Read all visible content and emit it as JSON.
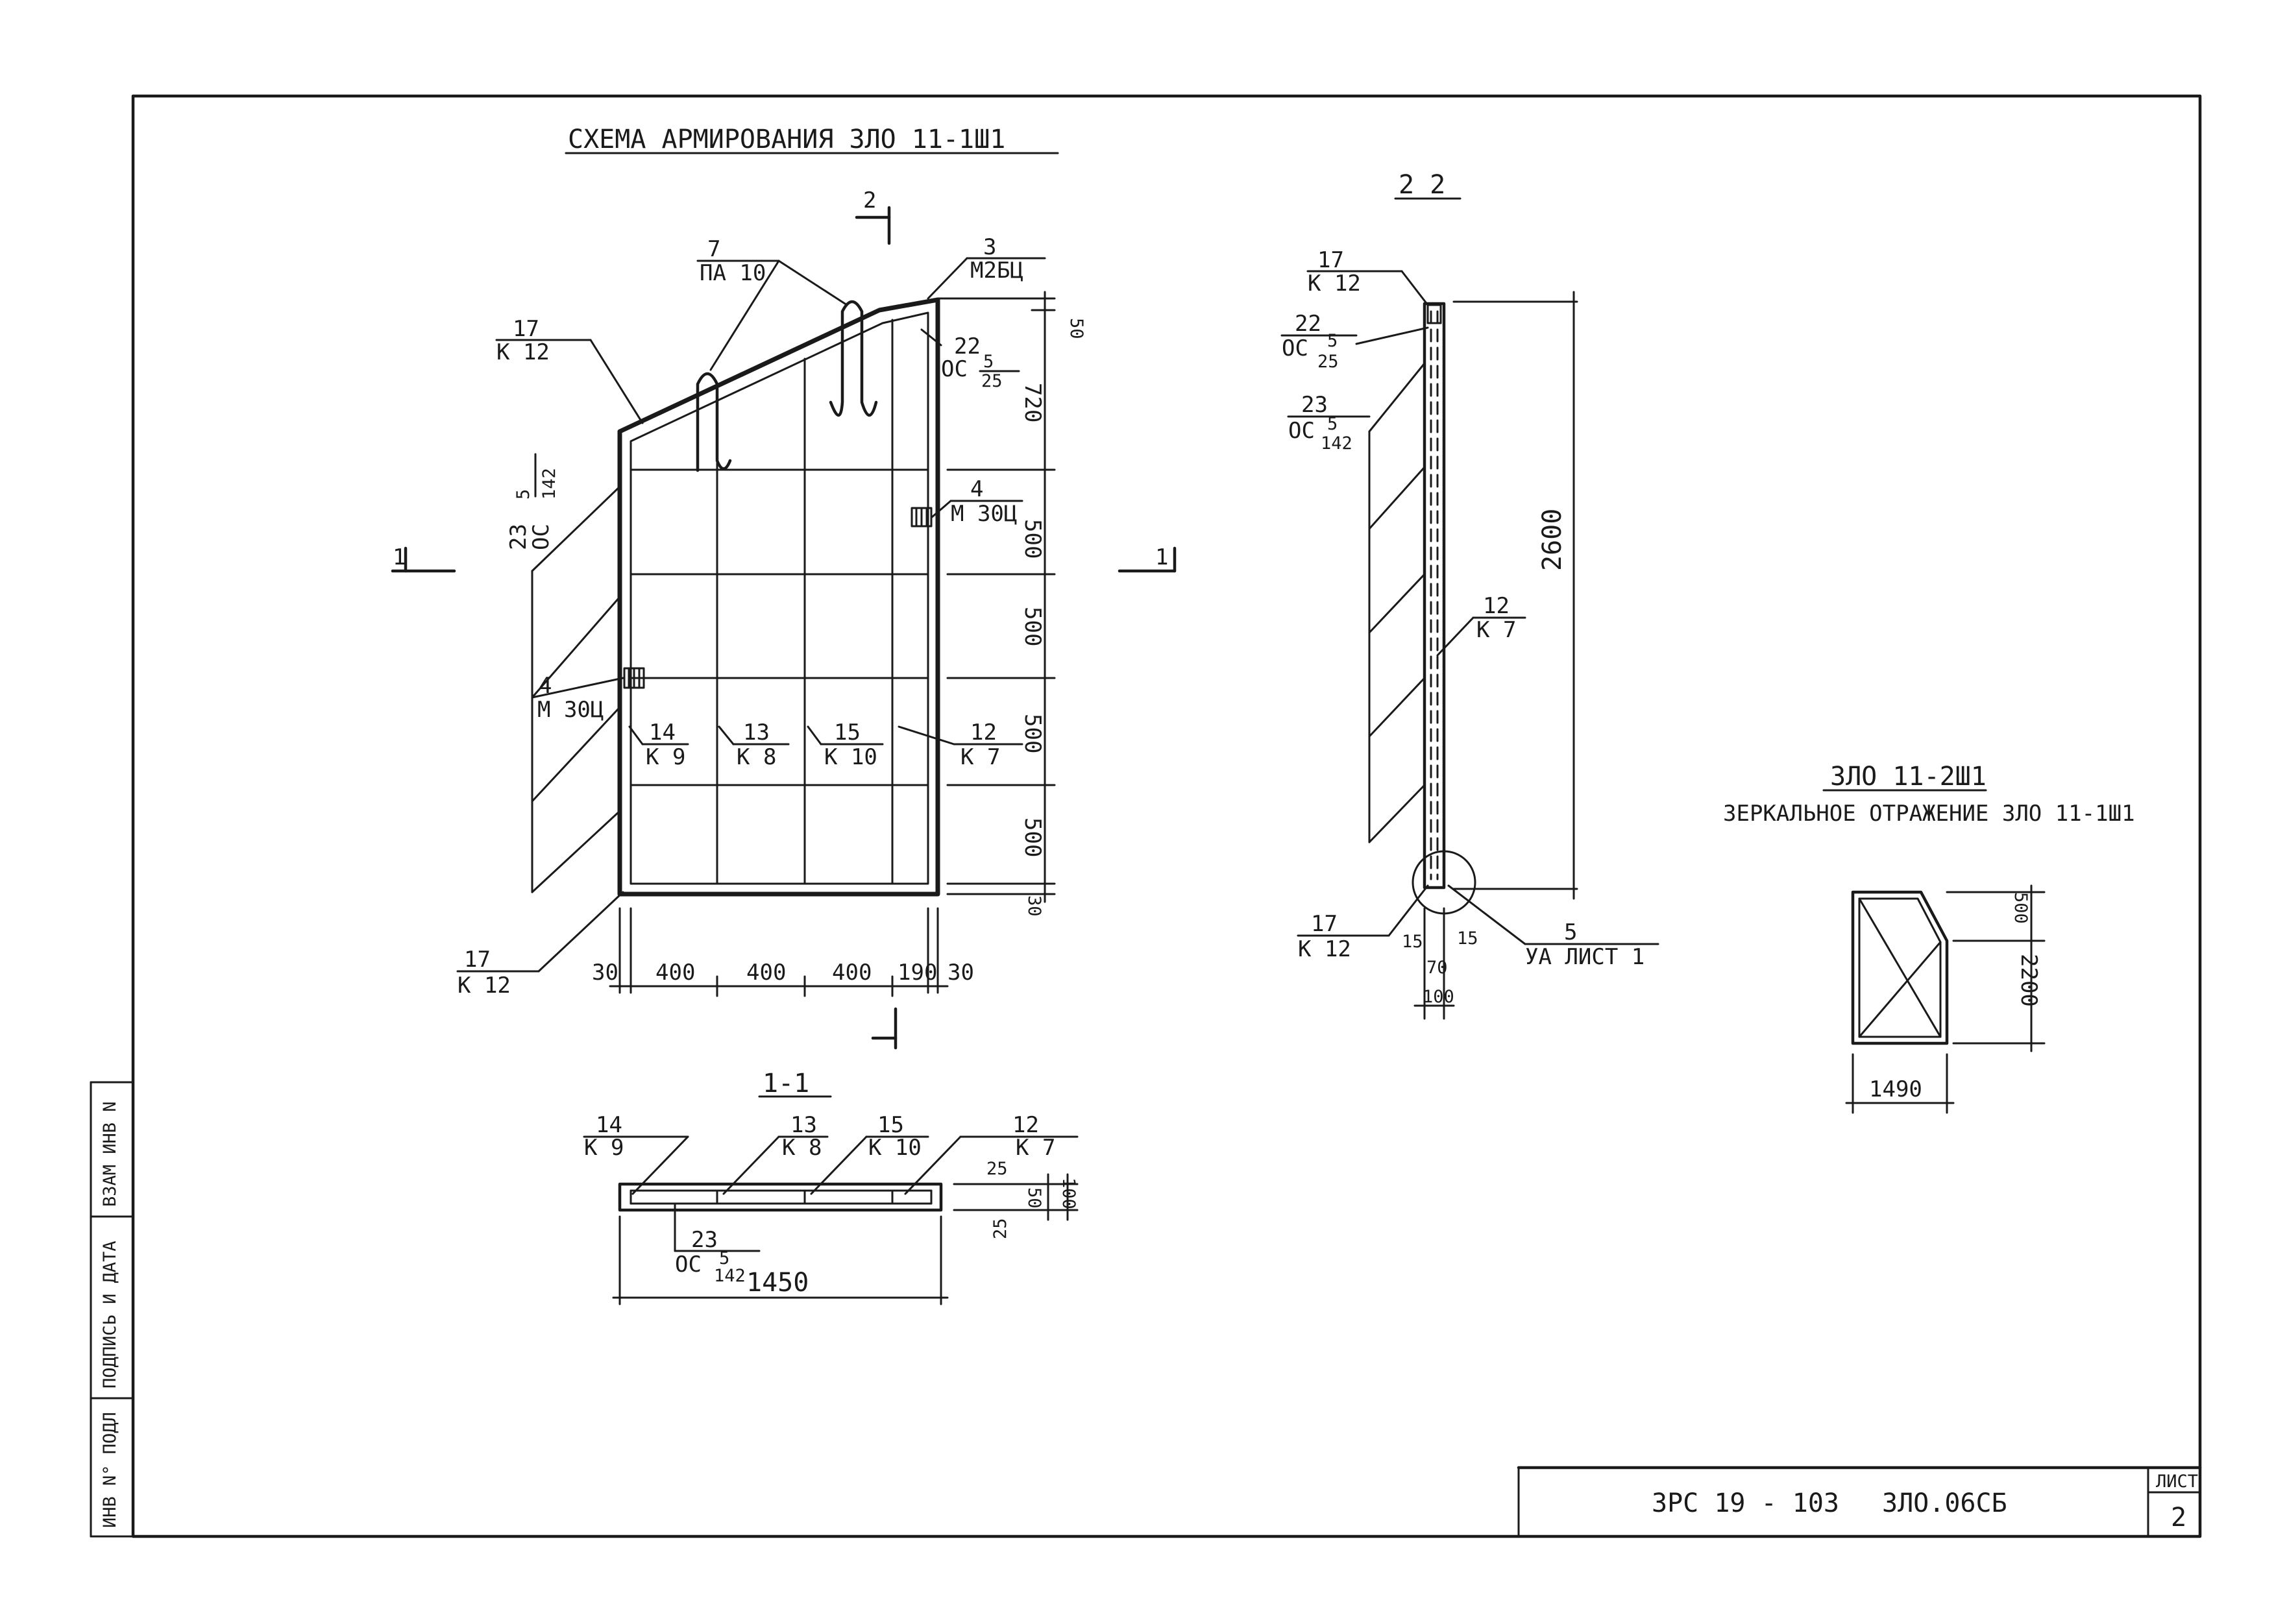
{
  "title_main": "СХЕМА АРМИРОВАНИЯ 3ЛО 11-1Ш1",
  "view_2_2": "2 2",
  "view_1_1": "1-1",
  "mark_2": "2",
  "mark_1": "1",
  "mirror_title": "3ЛО 11-2Ш1",
  "mirror_subtitle": "ЗЕРКАЛЬНОЕ ОТРАЖЕНИЕ 3ЛО 11-1Ш1",
  "callouts": {
    "c7": {
      "num": "7",
      "code": "ПА 10"
    },
    "c3": {
      "num": "3",
      "code": "М2БЦ"
    },
    "c17a": {
      "num": "17",
      "code": "К 12"
    },
    "c22": {
      "num": "22",
      "code": "ОС",
      "frac_top": "5",
      "frac_bot": "25"
    },
    "c23v": {
      "num": "23",
      "code": "ОС",
      "frac_top": "5",
      "frac_bot": "142"
    },
    "c4r": {
      "num": "4",
      "code": "М 30Ц"
    },
    "c4l": {
      "num": "4",
      "code": "М 30Ц"
    },
    "c14": {
      "num": "14",
      "code": "К 9"
    },
    "c13": {
      "num": "13",
      "code": "К 8"
    },
    "c15": {
      "num": "15",
      "code": "К 10"
    },
    "c12": {
      "num": "12",
      "code": "К 7"
    },
    "c17b": {
      "num": "17",
      "code": "К 12"
    },
    "s17t": {
      "num": "17",
      "code": "К 12"
    },
    "s22": {
      "num": "22",
      "code": "ОС",
      "frac_top": "5",
      "frac_bot": "25"
    },
    "s23": {
      "num": "23",
      "code": "ОС",
      "frac_top": "5",
      "frac_bot": "142"
    },
    "s12": {
      "num": "12",
      "code": "К 7"
    },
    "s17b": {
      "num": "17",
      "code": "К 12"
    },
    "s5": {
      "num": "5",
      "code": "УА ЛИСТ 1"
    },
    "p14": {
      "num": "14",
      "code": "К 9"
    },
    "p13": {
      "num": "13",
      "code": "К 8"
    },
    "p15": {
      "num": "15",
      "code": "К 10"
    },
    "p12": {
      "num": "12",
      "code": "К 7"
    },
    "p23": {
      "num": "23",
      "code": "ОС",
      "frac_top": "5",
      "frac_bot": "142"
    }
  },
  "dims": {
    "d30l": "30",
    "d400a": "400",
    "d400b": "400",
    "d400c": "400",
    "d190": "190",
    "d30r": "30",
    "v50": "50",
    "v720": "720",
    "v500a": "500",
    "v500b": "500",
    "v500c": "500",
    "v500d": "500",
    "v30": "30",
    "side_v2600": "2600",
    "side_15a": "15",
    "side_15b": "15",
    "side_70": "70",
    "side_100": "100",
    "plan_1450": "1450",
    "plan_25": "25",
    "plan_50": "50",
    "plan_100": "100",
    "plan_c25": "25",
    "m_500": "500",
    "m_2200": "2200",
    "m_1490": "1490"
  },
  "stamp": {
    "code1": "3РС 19 - 103",
    "code2": "3ЛО.06СБ",
    "sheet_label": "ЛИСТ",
    "sheet_no": "2"
  },
  "margin": {
    "inv_no": "ИНВ N° ПОДЛ",
    "sign_date": "ПОДПИСЬ И ДАТА",
    "vzam": "ВЗАМ ИНВ N"
  }
}
